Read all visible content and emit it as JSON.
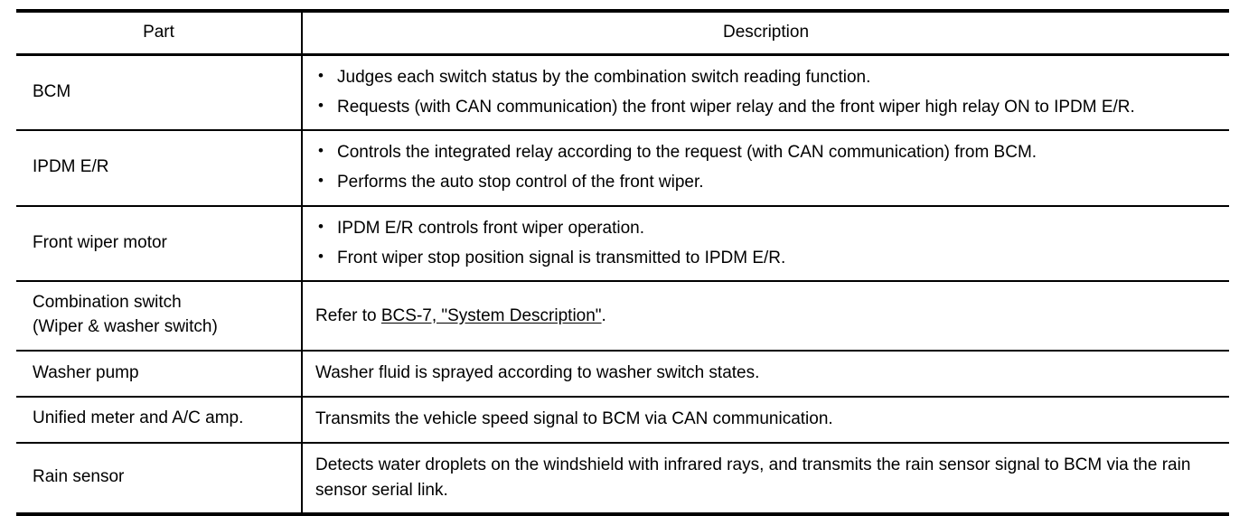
{
  "table": {
    "headers": {
      "part": "Part",
      "description": "Description"
    },
    "rows": [
      {
        "part": "BCM",
        "part_lines": [
          "BCM"
        ],
        "desc_type": "bullets",
        "bullets": [
          "Judges each switch status by the combination switch reading function.",
          "Requests (with CAN communication) the front wiper relay and the front wiper high relay ON to IPDM E/R."
        ]
      },
      {
        "part": "IPDM E/R",
        "part_lines": [
          "IPDM E/R"
        ],
        "desc_type": "bullets",
        "bullets": [
          "Controls the integrated relay according to the request (with CAN communication) from BCM.",
          "Performs the auto stop control of the front wiper."
        ]
      },
      {
        "part": "Front wiper motor",
        "part_lines": [
          "Front wiper motor"
        ],
        "desc_type": "bullets",
        "bullets": [
          "IPDM E/R controls front wiper operation.",
          "Front wiper stop position signal is transmitted to IPDM E/R."
        ]
      },
      {
        "part": "Combination switch (Wiper & washer switch)",
        "part_lines": [
          "Combination switch",
          "(Wiper & washer switch)"
        ],
        "desc_type": "link",
        "link_prefix": "Refer to ",
        "link_text": "BCS-7, \"System Description\"",
        "link_suffix": "."
      },
      {
        "part": "Washer pump",
        "part_lines": [
          "Washer pump"
        ],
        "desc_type": "text",
        "text": "Washer fluid is sprayed according to washer switch states."
      },
      {
        "part": "Unified meter and A/C amp.",
        "part_lines": [
          "Unified meter and A/C amp."
        ],
        "desc_type": "text",
        "text": "Transmits the vehicle speed signal to BCM via CAN communication."
      },
      {
        "part": "Rain sensor",
        "part_lines": [
          "Rain sensor"
        ],
        "desc_type": "text",
        "text": "Detects water droplets on the windshield with infrared rays, and transmits the rain sensor signal to BCM via the rain sensor serial link."
      }
    ]
  }
}
